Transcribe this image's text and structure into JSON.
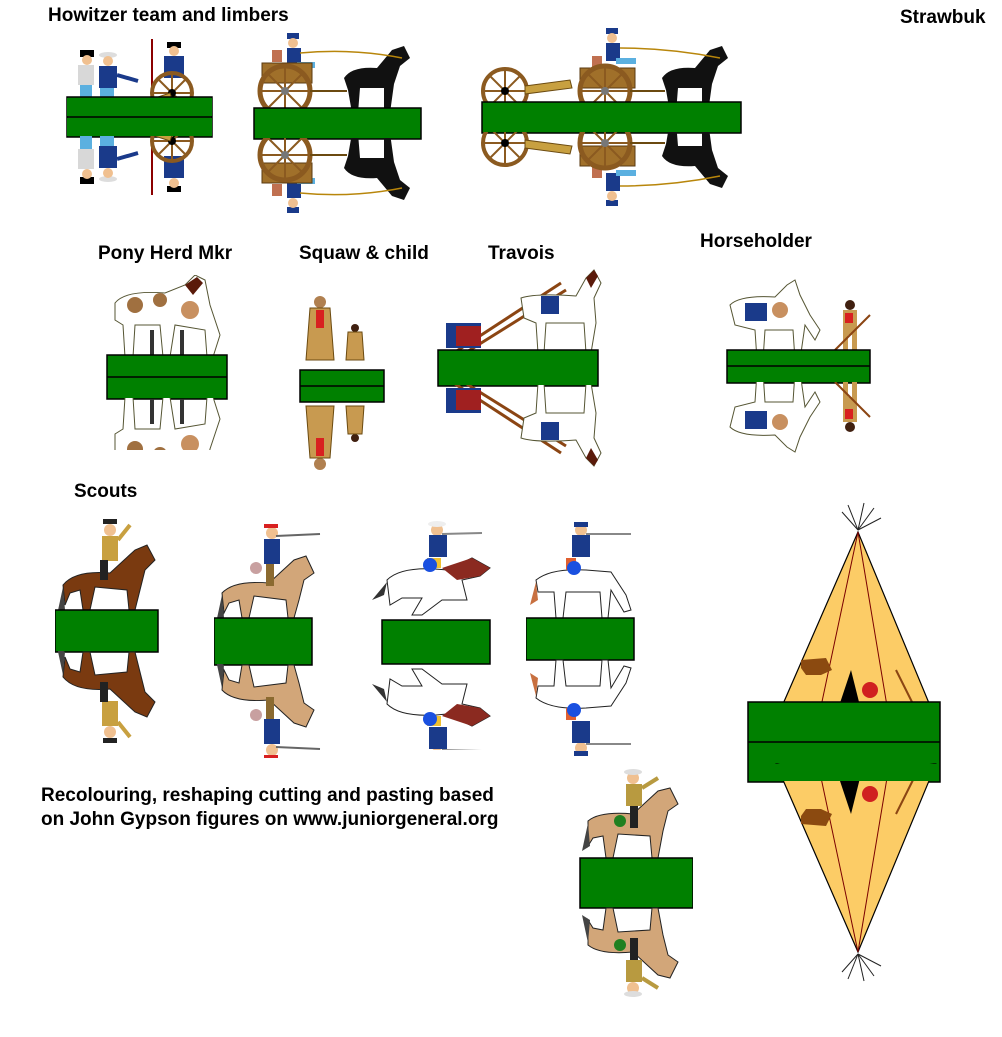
{
  "sheet": {
    "author_label": "Strawbuk",
    "background_color": "#ffffff",
    "base_color": "#008000",
    "tipi_color": "#fccc66"
  },
  "sections": {
    "howitzer": {
      "label": "Howitzer team and limbers"
    },
    "pony_herd": {
      "label": "Pony Herd Mkr"
    },
    "squaw": {
      "label": "Squaw & child"
    },
    "travois": {
      "label": "Travois"
    },
    "horseholder": {
      "label": "Horseholder"
    },
    "scouts": {
      "label": "Scouts"
    }
  },
  "credit": {
    "line1": "Recolouring, reshaping cutting and pasting based",
    "line2": "on John Gypson figures on www.juniorgeneral.org"
  },
  "figures": [
    {
      "id": "howitzer-crew",
      "icon": "howitzer-crew-icon"
    },
    {
      "id": "limber-single",
      "icon": "limber-horse-icon"
    },
    {
      "id": "limber-with-gun",
      "icon": "limber-gun-horse-icon"
    },
    {
      "id": "pony-herd",
      "icon": "pony-herd-icon"
    },
    {
      "id": "squaw-child",
      "icon": "squaw-child-icon"
    },
    {
      "id": "travois",
      "icon": "travois-icon"
    },
    {
      "id": "horseholder",
      "icon": "horseholder-icon"
    },
    {
      "id": "scout-1",
      "icon": "mounted-scout-icon"
    },
    {
      "id": "scout-2",
      "icon": "mounted-scout-rifle-icon"
    },
    {
      "id": "scout-3",
      "icon": "galloping-scout-icon"
    },
    {
      "id": "scout-4",
      "icon": "mounted-scout-grazing-icon"
    },
    {
      "id": "scout-5",
      "icon": "mounted-scout-pistol-icon"
    },
    {
      "id": "tipi",
      "icon": "tipi-icon"
    }
  ]
}
